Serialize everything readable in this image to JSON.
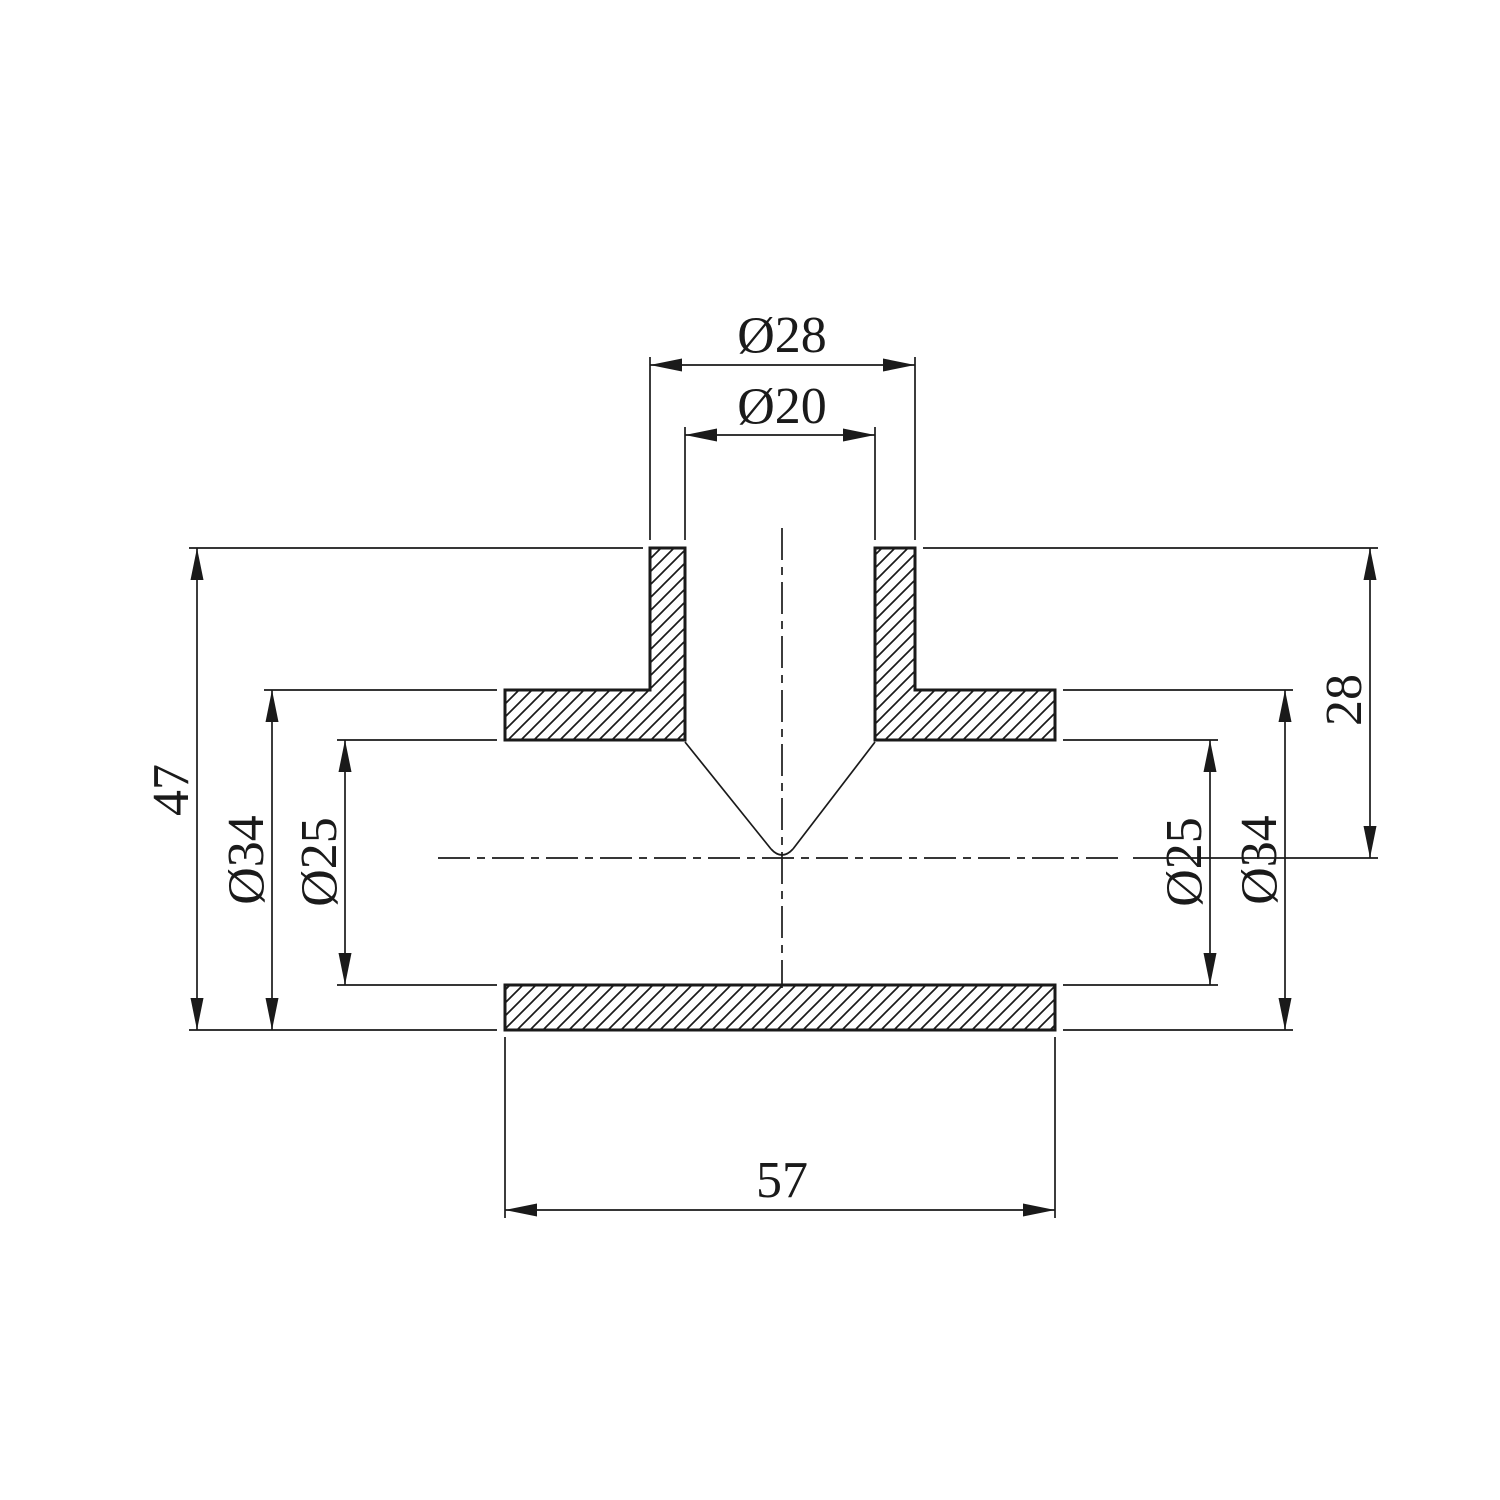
{
  "drawing": {
    "colors": {
      "line": "#1a1a1a",
      "background": "#ffffff",
      "hatch": "#1a1a1a"
    },
    "dimensions": {
      "top_outer_diameter": "Ø28",
      "top_inner_diameter": "Ø20",
      "overall_height": "47",
      "left_outer_diameter": "Ø34",
      "left_inner_diameter": "Ø25",
      "right_inner_diameter": "Ø25",
      "right_outer_diameter": "Ø34",
      "branch_height": "28",
      "body_length": "57"
    }
  }
}
